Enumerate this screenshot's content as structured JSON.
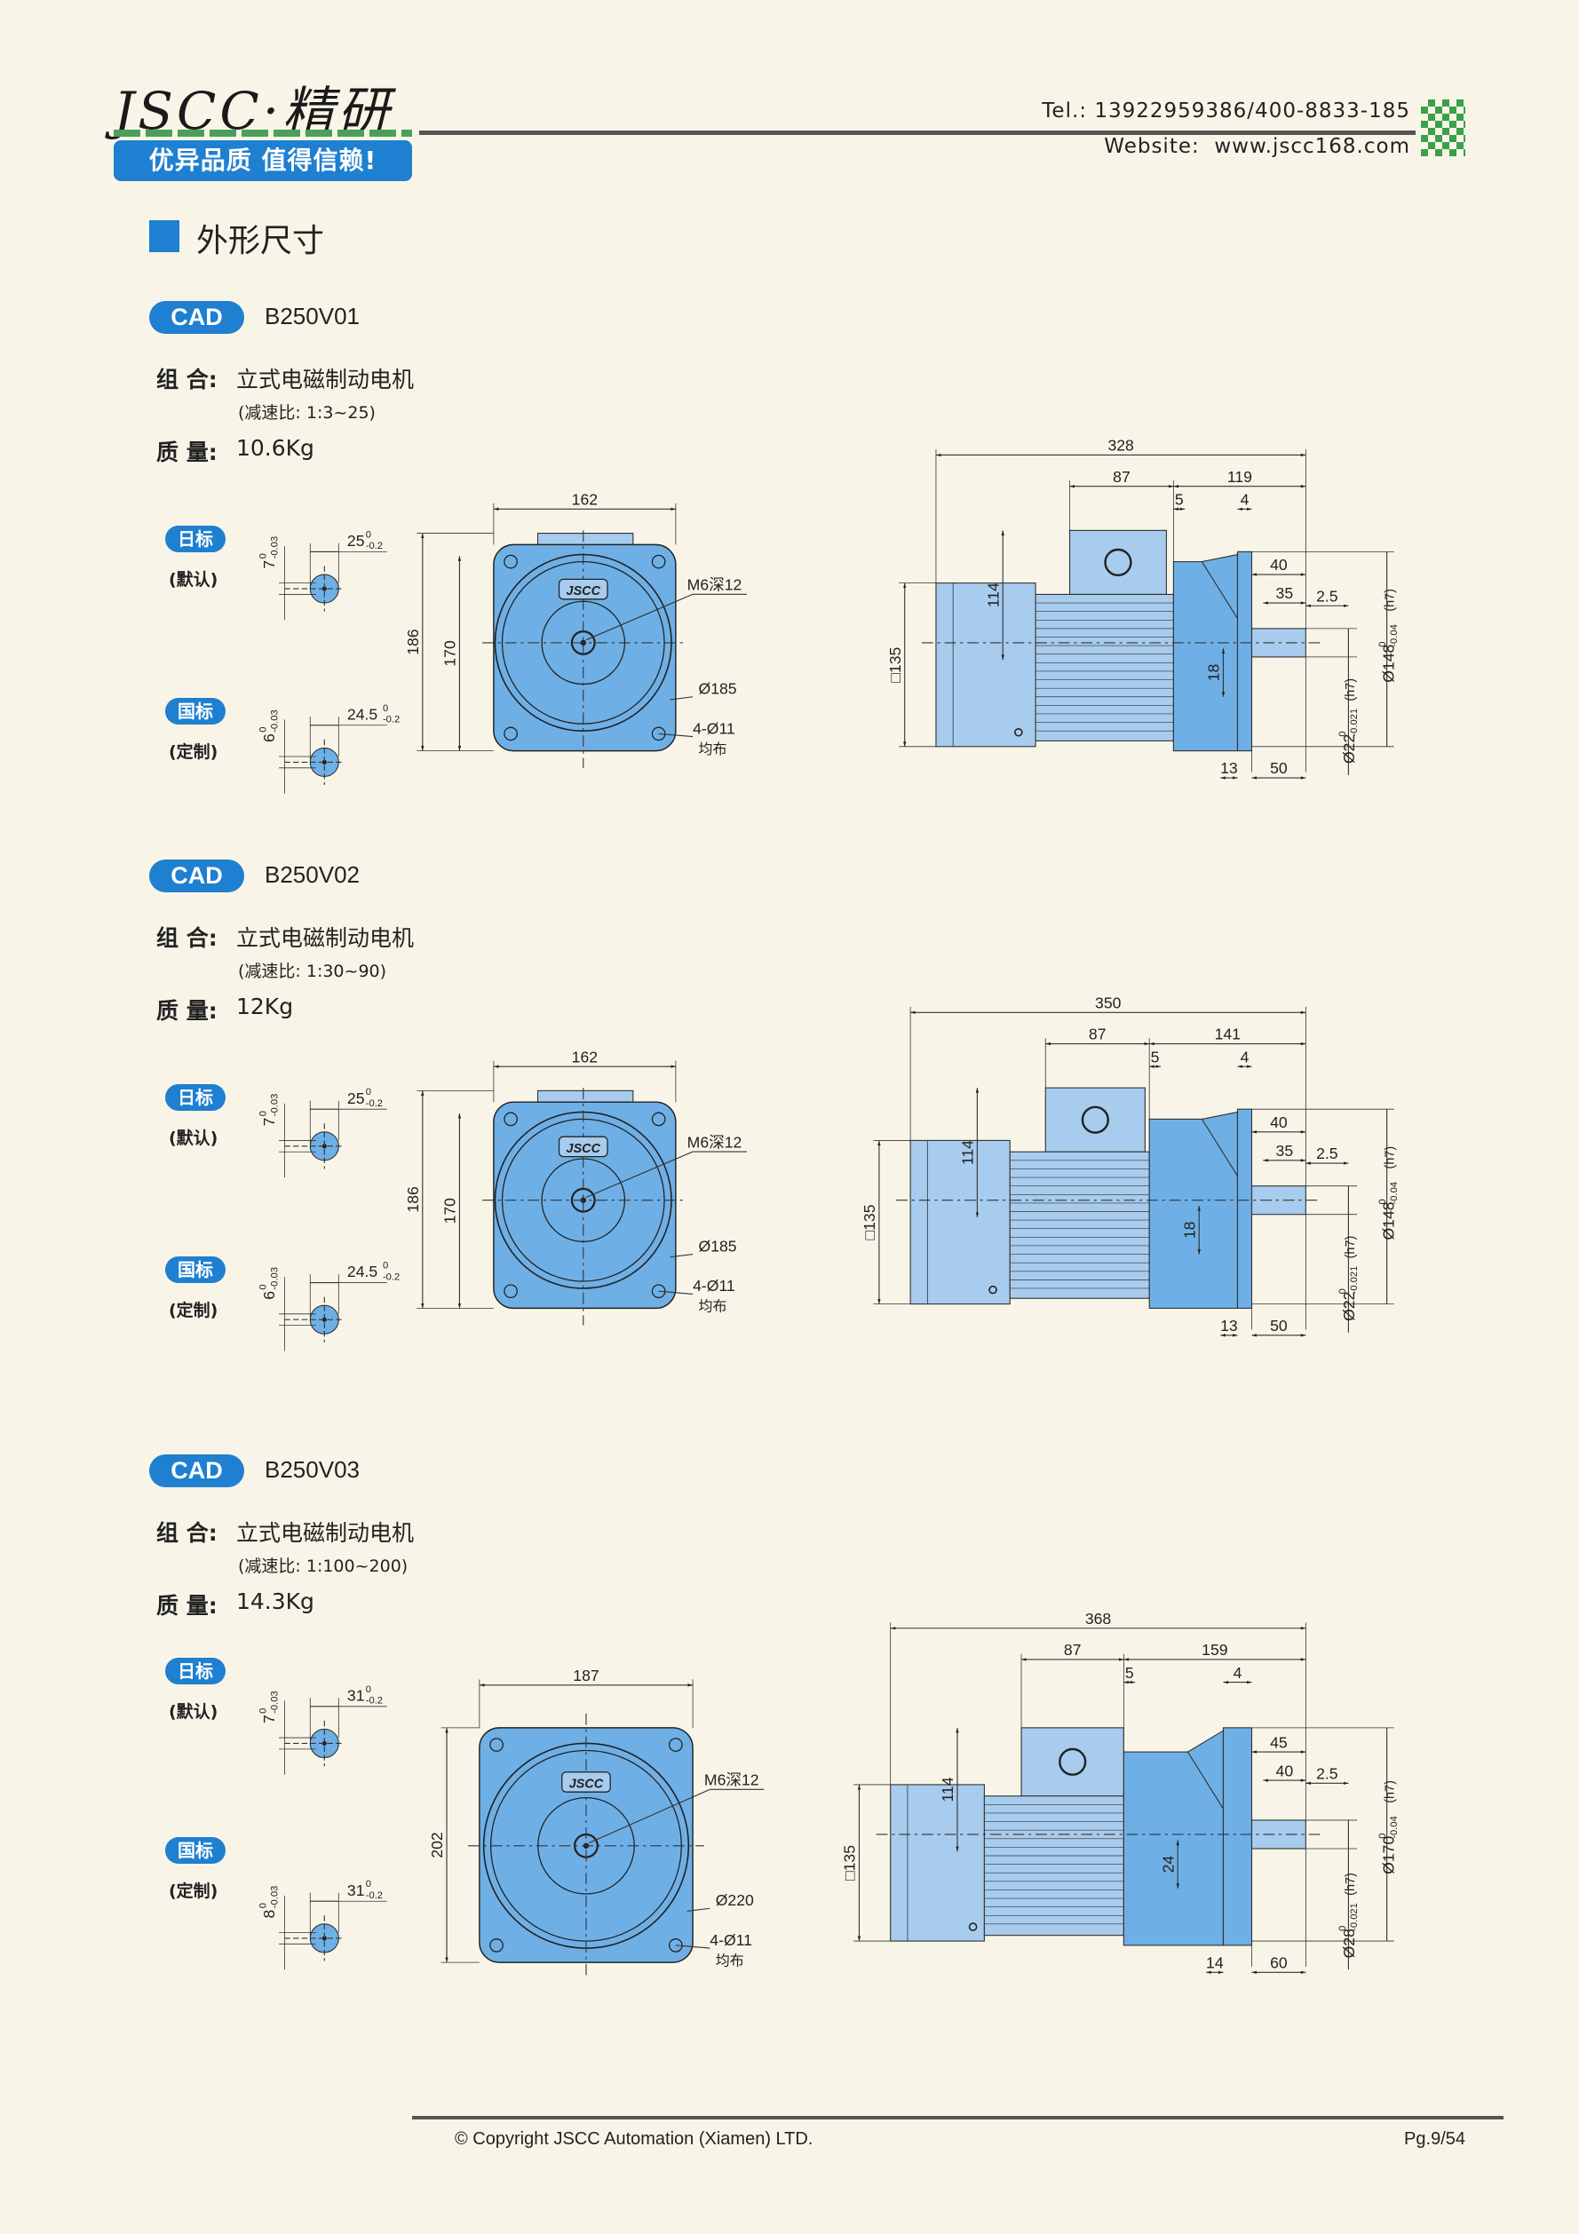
{
  "header": {
    "logo": "JSCC·精研",
    "slogan": "优异品质 值得信赖!",
    "tel_label": "Tel.:",
    "tel": "13922959386/400-8833-185",
    "website_label": "Website:",
    "website": "www.jscc168.com"
  },
  "section_title": "外形尺寸",
  "labels": {
    "combo": "组 合:",
    "mass": "质 量:",
    "cad": "CAD",
    "key_jp": "日标",
    "key_jp_sub": "(默认)",
    "key_cn": "国标",
    "key_cn_sub": "(定制)",
    "tap": "M6深12",
    "holes_note": "均布",
    "logo": "JSCC"
  },
  "colors": {
    "accent": "#1f7fd0",
    "motor_dark": "#6eb0e6",
    "motor_light": "#a8ccee",
    "background": "#f8f5e8"
  },
  "sections": [
    {
      "model": "B250V01",
      "combo": "立式电磁制动电机",
      "ratio": "(减速比: 1:3~25)",
      "mass": "10.6Kg",
      "keys": [
        {
          "w": "25",
          "wu": "0",
          "wl": "-0.2",
          "h": "7",
          "hu": "0",
          "hl": "-0.03"
        },
        {
          "w": "24.5",
          "wu": "0",
          "wl": "-0.2",
          "h": "6",
          "hu": "0",
          "hl": "-0.03"
        }
      ],
      "front": {
        "width": "162",
        "height1": "186",
        "height2": "170",
        "pcd": "Ø185",
        "holes": "4-Ø11"
      },
      "side": {
        "total": "328",
        "left": "87",
        "right": "119",
        "gap1": "5",
        "gap2": "4",
        "height": "114",
        "frame": "□135",
        "flange1": "40",
        "flange2": "35",
        "step": "2.5",
        "key_h": "18",
        "shaft_d": "Ø22",
        "shaft_u": "0",
        "shaft_l": "-0.021",
        "shaft_fit": "(h7)",
        "pilot_d": "Ø148",
        "pilot_u": "0",
        "pilot_l": "-0.04",
        "pilot_fit": "(h7)",
        "f1": "13",
        "f2": "50"
      }
    },
    {
      "model": "B250V02",
      "combo": "立式电磁制动电机",
      "ratio": "(减速比: 1:30~90)",
      "mass": "12Kg",
      "keys": [
        {
          "w": "25",
          "wu": "0",
          "wl": "-0.2",
          "h": "7",
          "hu": "0",
          "hl": "-0.03"
        },
        {
          "w": "24.5",
          "wu": "0",
          "wl": "-0.2",
          "h": "6",
          "hu": "0",
          "hl": "-0.03"
        }
      ],
      "front": {
        "width": "162",
        "height1": "186",
        "height2": "170",
        "pcd": "Ø185",
        "holes": "4-Ø11"
      },
      "side": {
        "total": "350",
        "left": "87",
        "right": "141",
        "gap1": "5",
        "gap2": "4",
        "height": "114",
        "frame": "□135",
        "flange1": "40",
        "flange2": "35",
        "step": "2.5",
        "key_h": "18",
        "shaft_d": "Ø22",
        "shaft_u": "0",
        "shaft_l": "-0.021",
        "shaft_fit": "(h7)",
        "pilot_d": "Ø148",
        "pilot_u": "0",
        "pilot_l": "-0.04",
        "pilot_fit": "(h7)",
        "f1": "13",
        "f2": "50"
      }
    },
    {
      "model": "B250V03",
      "combo": "立式电磁制动电机",
      "ratio": "(减速比: 1:100~200)",
      "mass": "14.3Kg",
      "keys": [
        {
          "w": "31",
          "wu": "0",
          "wl": "-0.2",
          "h": "7",
          "hu": "0",
          "hl": "-0.03"
        },
        {
          "w": "31",
          "wu": "0",
          "wl": "-0.2",
          "h": "8",
          "hu": "0",
          "hl": "-0.03"
        }
      ],
      "front": {
        "width": "187",
        "height1": "202",
        "pcd": "Ø220",
        "holes": "4-Ø11"
      },
      "side": {
        "total": "368",
        "left": "87",
        "right": "159",
        "gap1": "5",
        "gap2": "4",
        "height": "114",
        "frame": "□135",
        "flange1": "45",
        "flange2": "40",
        "step": "2.5",
        "key_h": "24",
        "shaft_d": "Ø28",
        "shaft_u": "0",
        "shaft_l": "-0.021",
        "shaft_fit": "(h7)",
        "pilot_d": "Ø170",
        "pilot_u": "0",
        "pilot_l": "-0.04",
        "pilot_fit": "(h7)",
        "f1": "14",
        "f2": "60"
      }
    }
  ],
  "footer": {
    "copyright": "© Copyright JSCC Automation (Xiamen) LTD.",
    "page": "Pg.9/54"
  }
}
